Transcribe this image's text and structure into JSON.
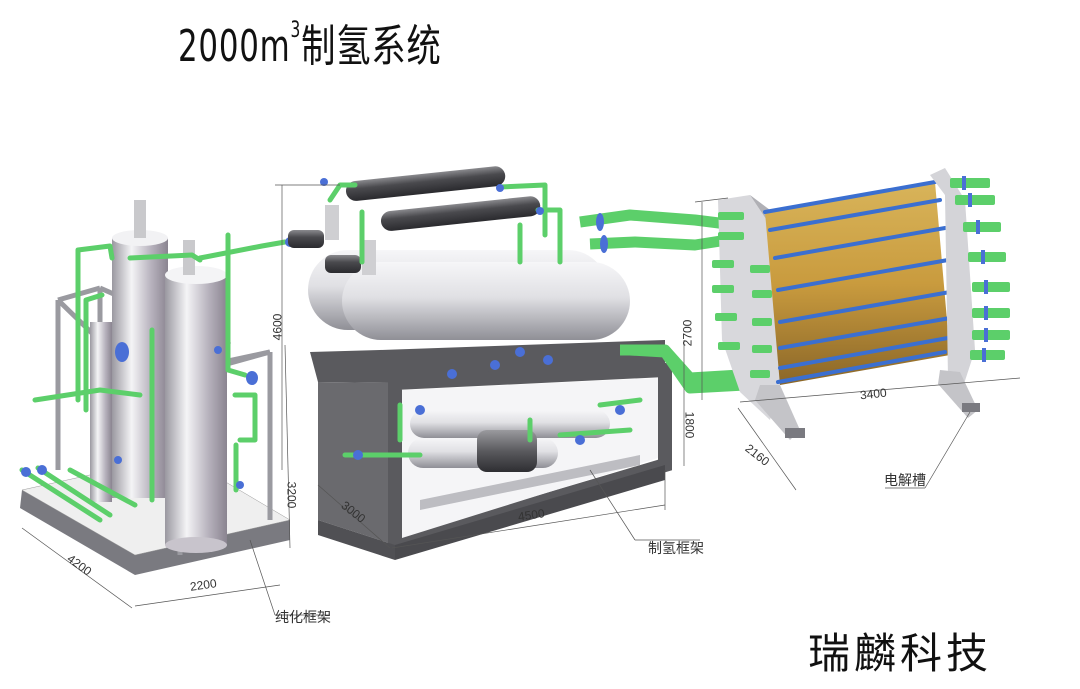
{
  "title": {
    "text": "2000m",
    "superscript": "3",
    "suffix": "制氢系统"
  },
  "company": "瑞麟科技",
  "modules": [
    {
      "id": "purification",
      "label": "纯化框架",
      "dimensions": {
        "width": "2200",
        "depth": "4200",
        "height": "3200"
      }
    },
    {
      "id": "hydrogen-production",
      "label": "制氢框架",
      "dimensions": {
        "width": "4500",
        "depth": "3000",
        "frame_height": "1800",
        "total_height": "4600"
      }
    },
    {
      "id": "electrolyzer",
      "label": "电解槽",
      "dimensions": {
        "length": "3400",
        "depth": "2160",
        "height": "2700"
      }
    }
  ],
  "colors": {
    "pipe_green": "#5ccf6a",
    "flange_blue": "#4a6fd6",
    "steel_gray": "#8c8c8c",
    "frame_dark": "#5a5a5e",
    "electrolyzer_gold": "#c9a24a",
    "tank_light": "#e6e6ea"
  }
}
